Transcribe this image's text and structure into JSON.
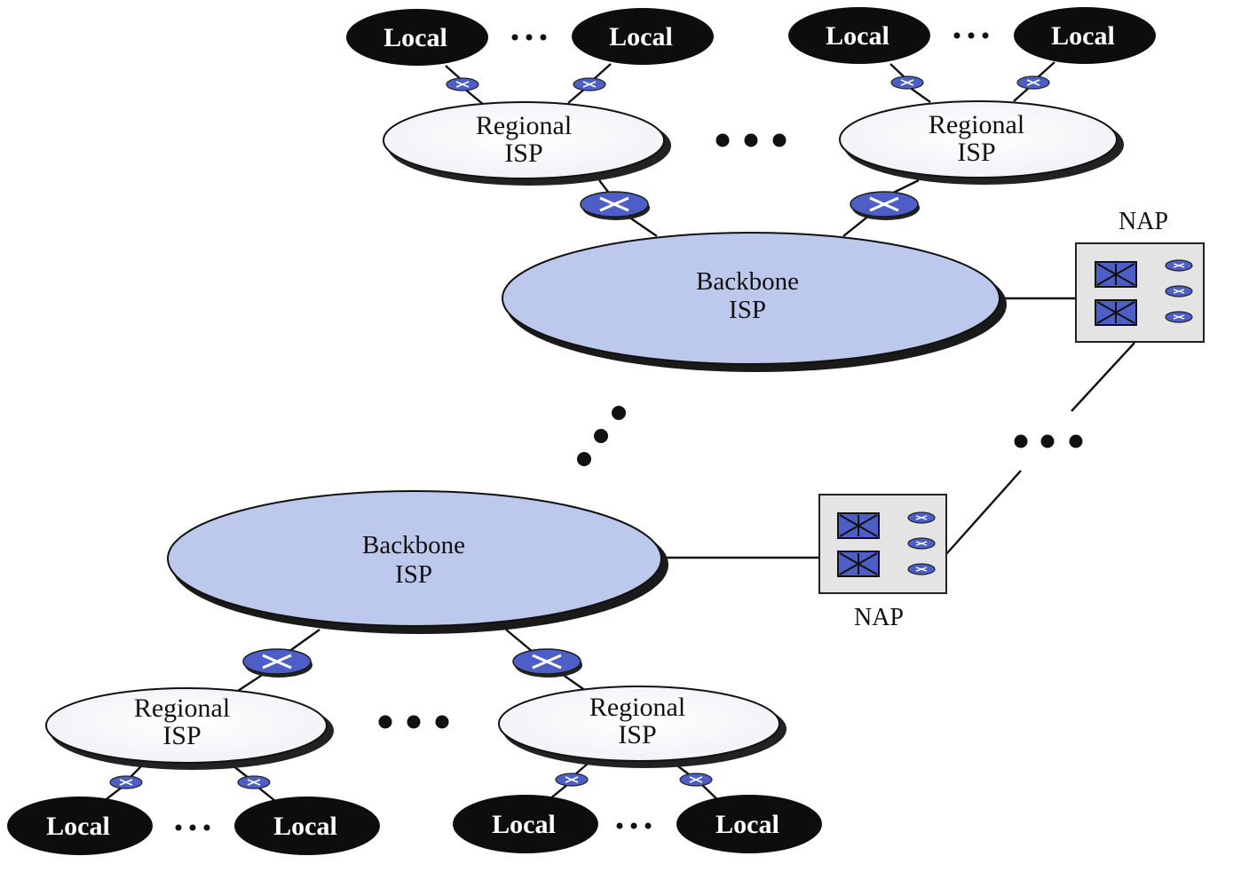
{
  "labels": {
    "local": "Local",
    "regional_line1": "Regional",
    "regional_line2": "ISP",
    "backbone_line1": "Backbone",
    "backbone_line2": "ISP",
    "nap": "NAP"
  },
  "colors": {
    "backbone_fill": "#bcc8ec",
    "regional_fill": "#ffffff",
    "local_fill": "#0d0d0d",
    "router_fill": "#4d5fc6",
    "nap_fill": "#e4e4e4",
    "line": "#111111"
  }
}
